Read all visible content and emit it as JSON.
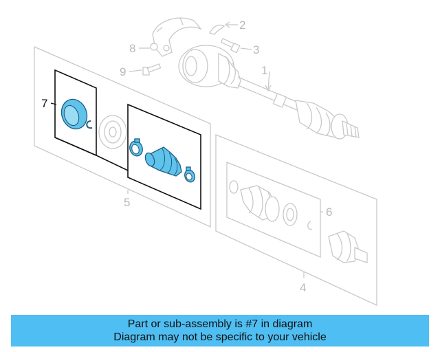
{
  "diagram": {
    "callouts": {
      "c1": "1",
      "c2": "2",
      "c3": "3",
      "c4": "4",
      "c5": "5",
      "c6": "6",
      "c7": "7",
      "c8": "8",
      "c9": "9"
    },
    "highlight_color": "#5fc3ea"
  },
  "banner": {
    "line1": "Part or sub-assembly is #7 in diagram",
    "line2": "Diagram may not be specific to your vehicle",
    "background": "#4fbef2"
  }
}
